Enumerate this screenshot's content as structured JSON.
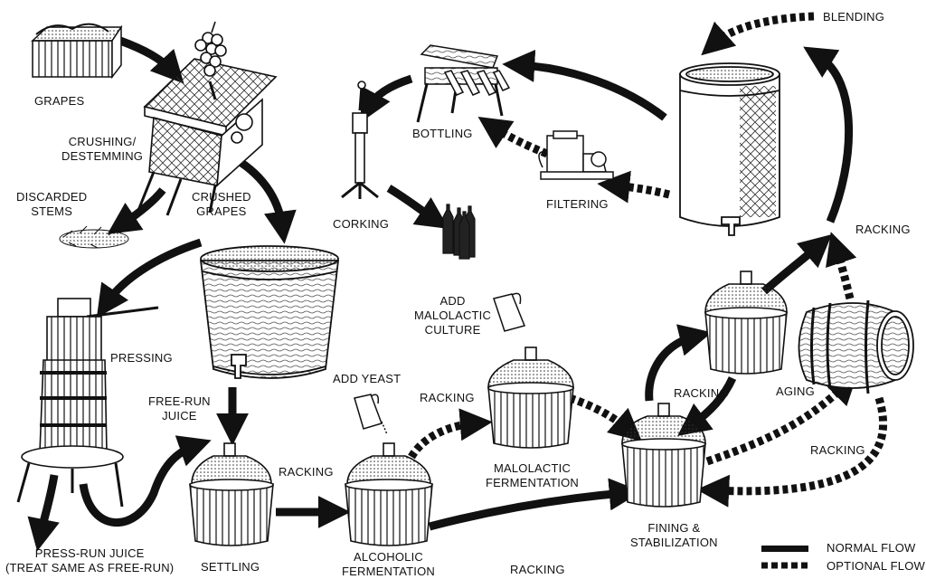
{
  "labels": {
    "grapes": "GRAPES",
    "crushing": "CRUSHING/\nDESTEMMING",
    "discarded_stems": "DISCARDED\nSTEMS",
    "crushed_grapes": "CRUSHED\nGRAPES",
    "pressing": "PRESSING",
    "free_run_juice": "FREE-RUN\nJUICE",
    "press_run_juice": "PRESS-RUN JUICE\n(TREAT SAME AS FREE-RUN)",
    "settling": "SETTLING",
    "racking_1": "RACKING",
    "alcoholic_fermentation": "ALCOHOLIC\nFERMENTATION",
    "add_yeast": "ADD YEAST",
    "racking_2": "RACKING",
    "add_malolactic_culture": "ADD\nMALOLACTIC\nCULTURE",
    "malolactic_fermentation": "MALOLACTIC\nFERMENTATION",
    "racking_3": "RACKING",
    "fining_stabilization": "FINING &\nSTABILIZATION",
    "racking_4": "RACKING",
    "aging": "AGING",
    "racking_5": "RACKING",
    "racking_6": "RACKING",
    "blending": "BLENDING",
    "bottling": "BOTTLING",
    "filtering": "FILTERING",
    "corking": "CORKING"
  },
  "legend": {
    "normal_flow": "NORMAL FLOW",
    "optional_flow": "OPTIONAL FLOW"
  },
  "colors": {
    "ink": "#111111",
    "paper": "#ffffff"
  }
}
